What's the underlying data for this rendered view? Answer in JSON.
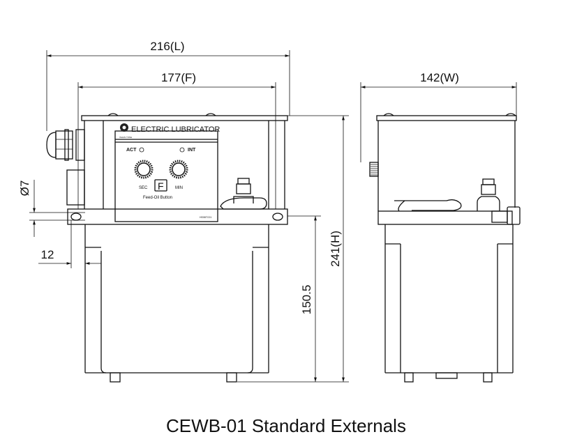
{
  "caption": "CEWB-01 Standard Externals",
  "dimensions": {
    "length": "216(L)",
    "fixing_pitch": "177(F)",
    "width": "142(W)",
    "height": "241(H)",
    "tank_height": "150.5",
    "hole_diameter": "Ø7",
    "flange": "12"
  },
  "panel": {
    "title": "ELECTRIC LUBRICATOR",
    "logo_text": "ISHAN TONE",
    "act_label": "ACT",
    "int_label": "INT",
    "sec_label": "SEC",
    "min_label": "MIN",
    "button_label": "F",
    "button_caption": "Feed-Oil Button",
    "model_code": "HS06TC01"
  }
}
